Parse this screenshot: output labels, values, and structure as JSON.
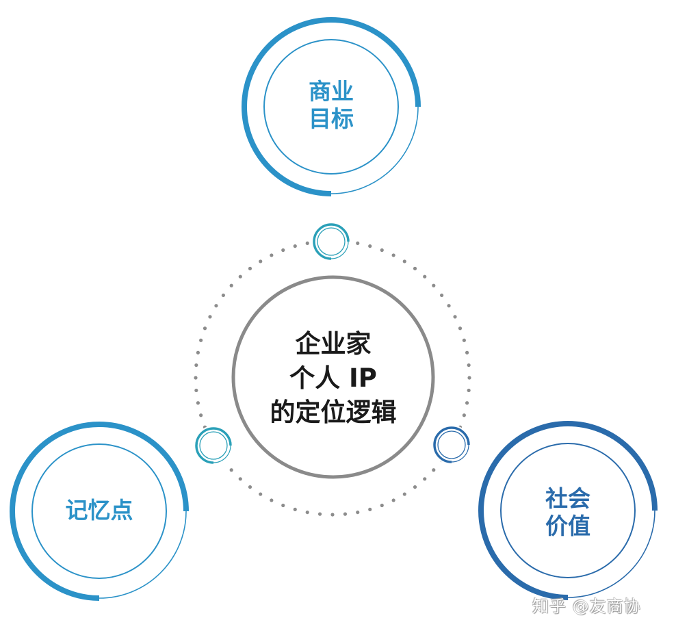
{
  "diagram": {
    "center": {
      "lines": [
        "企业家",
        "个人 IP",
        "的定位逻辑"
      ],
      "ring_color": "#8a8a8a",
      "text_color": "#1a1a1a",
      "dot_color": "#8c8c8c"
    },
    "nodes": [
      {
        "id": "business-goal",
        "lines": [
          "商业",
          "目标"
        ],
        "color": "#2b92c8",
        "position": "top"
      },
      {
        "id": "memory-point",
        "lines": [
          "记忆点"
        ],
        "color": "#2b92c8",
        "position": "bottom-left"
      },
      {
        "id": "social-value",
        "lines": [
          "社会",
          "价值"
        ],
        "color": "#2a6bab",
        "position": "bottom-right"
      }
    ],
    "connectors": [
      {
        "position": "top",
        "color": "#2aa0b8"
      },
      {
        "position": "left",
        "color": "#2aa0b8"
      },
      {
        "position": "right",
        "color": "#2a6bab"
      }
    ]
  },
  "watermark": {
    "text": "知乎 @友商协"
  }
}
